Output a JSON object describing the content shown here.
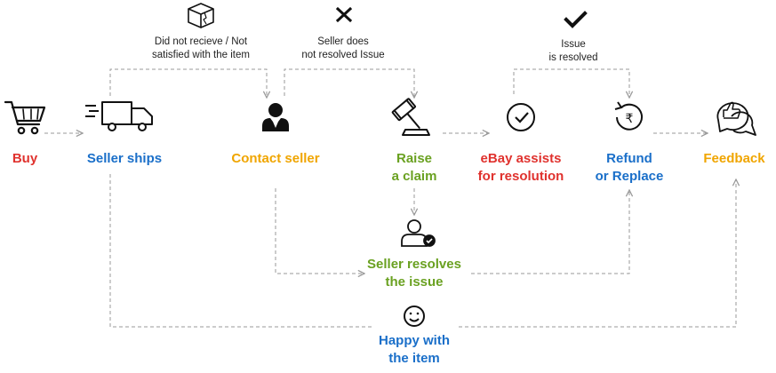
{
  "colors": {
    "red": "#e0322e",
    "blue": "#1a6fc9",
    "orange": "#f0a500",
    "green": "#6aa121",
    "line": "#9a9a9a",
    "icon": "#111111"
  },
  "nodes": {
    "buy": {
      "line1": "Buy",
      "color": "#e0322e",
      "icon": "shopping-cart-icon"
    },
    "seller_ships": {
      "line1": "Seller ships",
      "color": "#1a6fc9",
      "icon": "delivery-truck-icon"
    },
    "contact_seller": {
      "line1": "Contact seller",
      "color": "#f0a500",
      "icon": "person-icon"
    },
    "raise_claim": {
      "line1": "Raise",
      "line2": "a claim",
      "color": "#6aa121",
      "icon": "gavel-icon"
    },
    "ebay_assists": {
      "line1": "eBay assists",
      "line2": "for resolution",
      "color": "#e0322e",
      "icon": "check-circle-icon"
    },
    "refund": {
      "line1": "Refund",
      "line2": "or Replace",
      "color": "#1a6fc9",
      "icon": "rupee-refund-icon"
    },
    "feedback": {
      "line1": "Feedback",
      "color": "#f0a500",
      "icon": "feedback-thumbs-up-icon"
    },
    "seller_resolves": {
      "line1": "Seller resolves",
      "line2": "the issue",
      "color": "#6aa121",
      "icon": "user-check-icon"
    },
    "happy": {
      "line1": "Happy with",
      "line2": "the item",
      "color": "#1a6fc9",
      "icon": "smiley-icon"
    }
  },
  "notes": {
    "not_received": {
      "line1": "Did not recieve / Not",
      "line2": "satisfied with the item",
      "icon": "broken-package-icon"
    },
    "not_resolved": {
      "line1": "Seller does",
      "line2": "not resolved Issue",
      "icon": "x-mark-icon"
    },
    "resolved": {
      "line1": "Issue",
      "line2": "is resolved",
      "icon": "checkmark-icon"
    }
  }
}
